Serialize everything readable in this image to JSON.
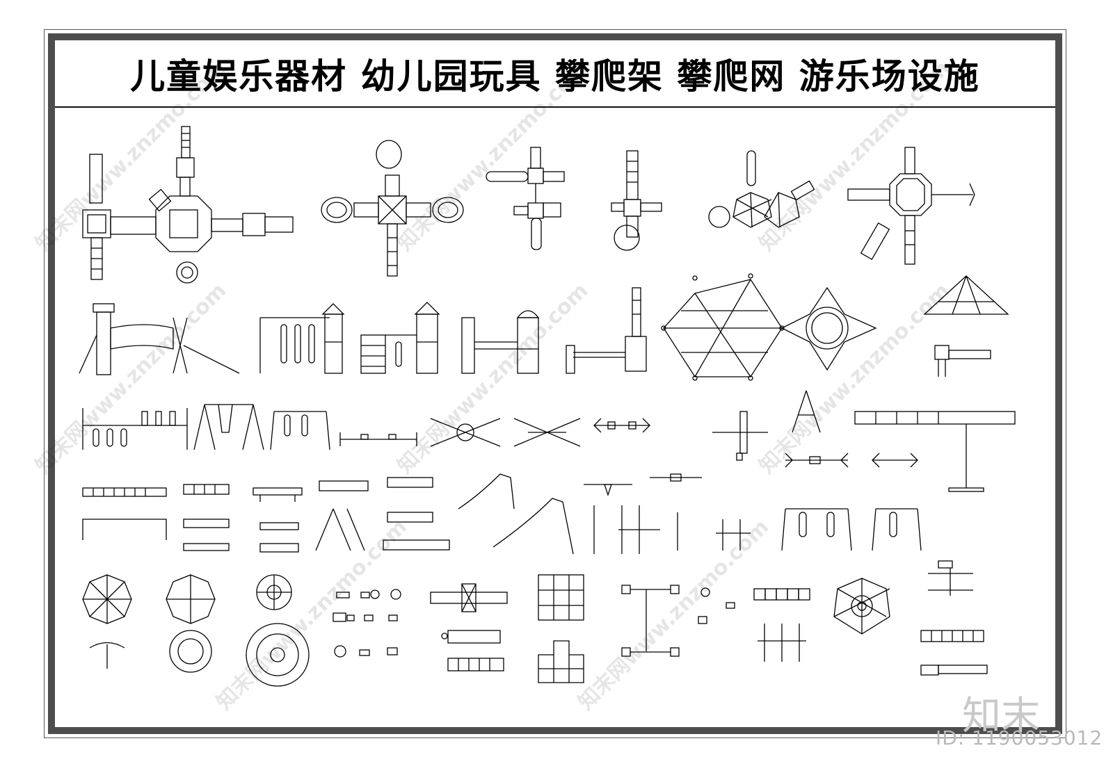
{
  "title": "儿童娱乐器材  幼儿园玩具  攀爬架  攀爬网  游乐场设施",
  "watermark": {
    "logo_text": "知末",
    "id_text": "ID: 1190053012",
    "diagonal_text": "知末网www.znzmo.com"
  },
  "colors": {
    "line": "#000000",
    "frame": "#4d4d4d",
    "watermark": "#c9c9c9"
  }
}
